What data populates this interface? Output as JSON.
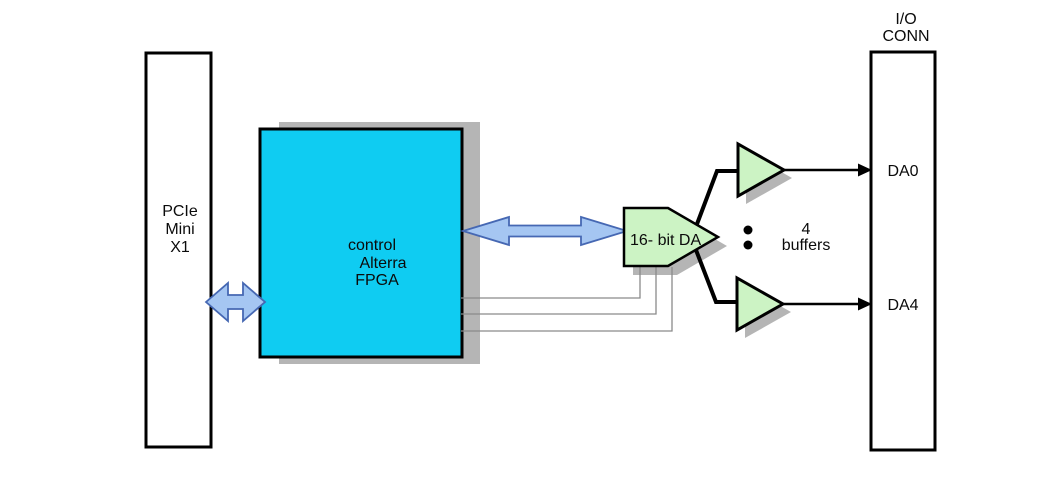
{
  "pcie": {
    "lines": [
      "PCIe",
      "Mini",
      "X1"
    ]
  },
  "fpga": {
    "lines": [
      "control",
      "Alterra",
      "FPGA"
    ]
  },
  "dac": {
    "label": "16- bit DA"
  },
  "buffers": {
    "count": "4",
    "label": "buffers"
  },
  "io_conn": {
    "title": [
      "I/O",
      "CONN"
    ],
    "ports": [
      "DA0",
      "DA4"
    ]
  },
  "colors": {
    "fpga_fill": "#0fccf2",
    "dac_fill": "#ccf3c4",
    "buffer_fill": "#ccf3c4",
    "arrow_fill": "#a5c6f2",
    "arrow_stroke": "#4668b3",
    "shadow": "#b5b5b5",
    "signal_line": "#8a8a8a",
    "outline": "#000000",
    "background": "#ffffff"
  }
}
